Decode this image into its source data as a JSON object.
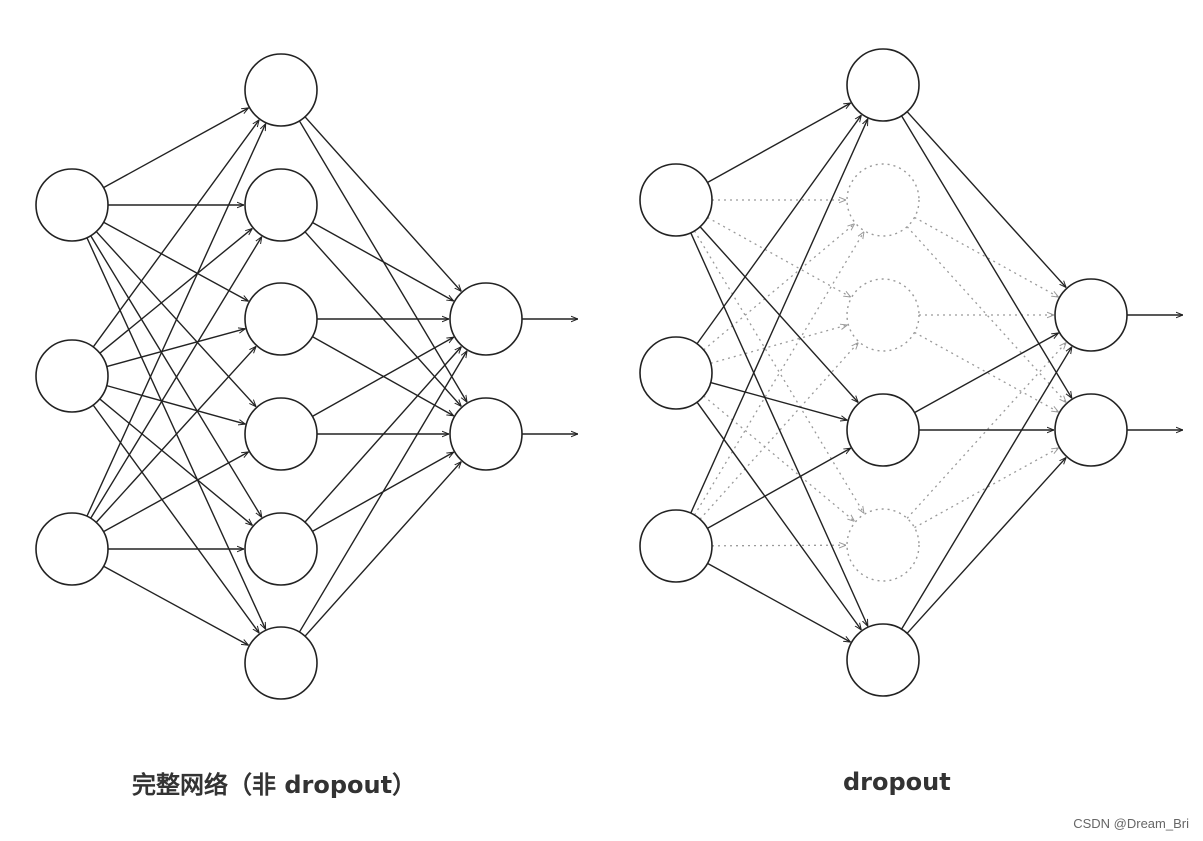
{
  "diagrams": [
    {
      "caption": "完整网络（非 dropout）",
      "layers": [
        3,
        6,
        2
      ],
      "dropped_hidden": []
    },
    {
      "caption": "dropout",
      "layers": [
        3,
        6,
        2
      ],
      "dropped_hidden": [
        1,
        2,
        4
      ]
    }
  ],
  "watermark": "CSDN @Dream_Bri",
  "colors": {
    "stroke": "#222222",
    "dropped": "#9a9a9a",
    "background": "#ffffff"
  }
}
